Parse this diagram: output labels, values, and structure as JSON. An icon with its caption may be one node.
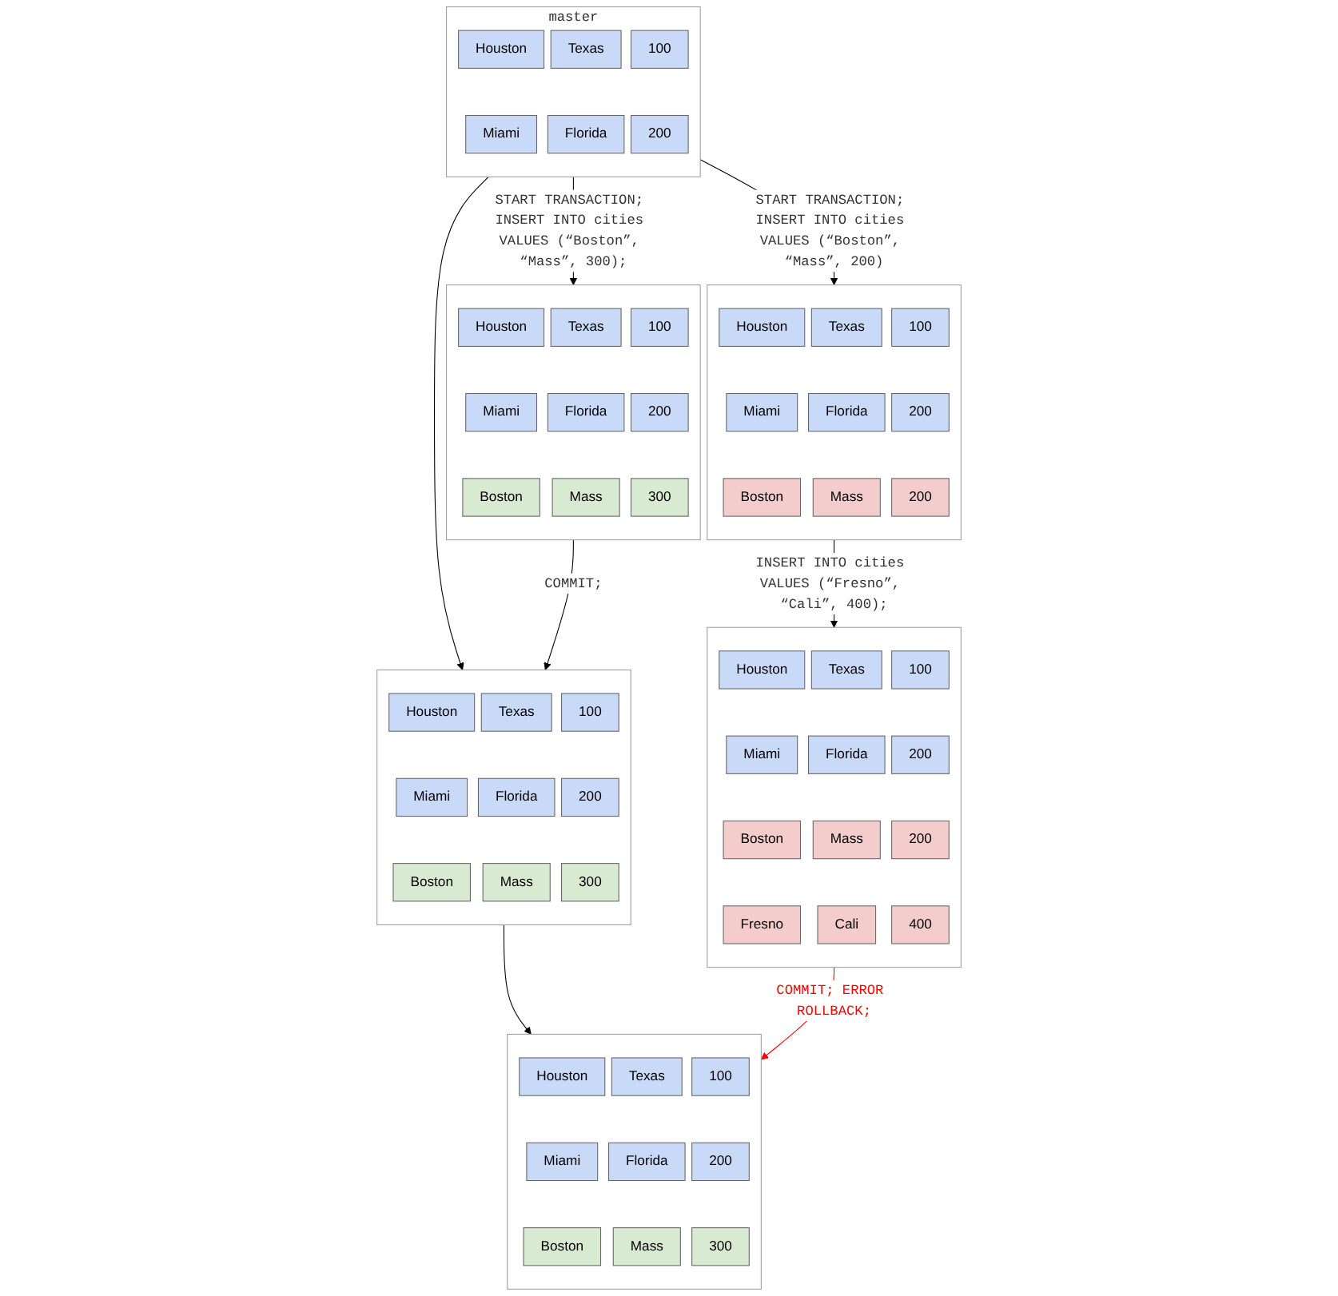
{
  "diagram": {
    "nodes": [
      {
        "text": [
          "master"
        ]
      },
      {
        "text": [
          "Houston"
        ],
        "in": 0
      },
      {
        "text": [
          "Texas"
        ],
        "in": 0
      },
      {
        "text": [
          "100"
        ],
        "in": 0
      },
      {
        "text": [
          "Miami"
        ],
        "in": 0
      },
      {
        "text": [
          "Florida"
        ],
        "in": 0
      },
      {
        "text": [
          "200"
        ],
        "in": 0
      },
      {
        "text": [],
        "shape": "box"
      },
      {
        "text": [
          "Houston"
        ],
        "in": 7
      },
      {
        "text": [
          "Texas"
        ],
        "in": 7
      },
      {
        "text": [
          "100"
        ],
        "in": 7
      },
      {
        "text": [
          "Miami"
        ],
        "in": 7
      },
      {
        "text": [
          "Florida"
        ],
        "in": 7
      },
      {
        "text": [
          "200"
        ],
        "in": 7
      },
      {
        "text": [
          "Boston"
        ],
        "in": 7
      },
      {
        "text": [
          "Mass"
        ],
        "in": 7
      },
      {
        "text": [
          "300"
        ],
        "in": 7
      },
      {
        "text": [],
        "shape": "box"
      },
      {
        "text": [
          "Houston"
        ],
        "in": 17
      },
      {
        "text": [
          "Texas"
        ],
        "in": 17
      },
      {
        "text": [
          "100"
        ],
        "in": 17
      },
      {
        "text": [
          "Miami"
        ],
        "in": 17
      },
      {
        "text": [
          "Florida"
        ],
        "in": 17
      },
      {
        "text": [
          "200"
        ],
        "in": 17
      },
      {
        "text": [
          "Boston"
        ],
        "in": 17
      },
      {
        "text": [
          "Mass"
        ],
        "in": 17
      },
      {
        "text": [
          "200"
        ],
        "in": 17
      },
      {
        "text": [],
        "shape": "box"
      },
      {
        "text": [
          "Houston"
        ],
        "in": 27
      },
      {
        "text": [
          "Texas"
        ],
        "in": 27
      },
      {
        "text": [
          "100"
        ],
        "in": 27
      },
      {
        "text": [
          "Miami"
        ],
        "in": 27
      },
      {
        "text": [
          "Florida"
        ],
        "in": 27
      },
      {
        "text": [
          "200"
        ],
        "in": 27
      },
      {
        "text": [
          "Boston"
        ],
        "in": 27
      },
      {
        "text": [
          "Mass"
        ],
        "in": 27
      },
      {
        "text": [
          "300"
        ],
        "in": 27
      },
      {
        "text": [],
        "shape": "box"
      },
      {
        "text": [
          "Houston"
        ],
        "in": 37
      },
      {
        "text": [
          "Texas"
        ],
        "in": 37
      },
      {
        "text": [
          "100"
        ],
        "in": 37
      },
      {
        "text": [
          "Miami"
        ],
        "in": 37
      },
      {
        "text": [
          "Florida"
        ],
        "in": 37
      },
      {
        "text": [
          "200"
        ],
        "in": 37
      },
      {
        "text": [
          "Boston"
        ],
        "in": 37
      },
      {
        "text": [
          "Mass"
        ],
        "in": 37
      },
      {
        "text": [
          "200"
        ],
        "in": 37
      },
      {
        "text": [
          "Fresno"
        ],
        "in": 37
      },
      {
        "text": [
          "Cali"
        ],
        "in": 37
      },
      {
        "text": [
          "400"
        ],
        "in": 37
      },
      {
        "text": [],
        "shape": "box"
      },
      {
        "text": [
          "Houston"
        ],
        "in": 50
      },
      {
        "text": [
          "Texas"
        ],
        "in": 50
      },
      {
        "text": [
          "100"
        ],
        "in": 50
      },
      {
        "text": [
          "Miami"
        ],
        "in": 50
      },
      {
        "text": [
          "Florida"
        ],
        "in": 50
      },
      {
        "text": [
          "200"
        ],
        "in": 50
      },
      {
        "text": [
          "Boston"
        ],
        "in": 50
      },
      {
        "text": [
          "Mass"
        ],
        "in": 50
      },
      {
        "text": [
          "300"
        ],
        "in": 50
      }
    ],
    "edges": [
      {
        "from": 0,
        "to": 7,
        "arrow": "to",
        "label": "START TRANSACTION; INSERT INTO cities VALUES (“Boston”, “Mass”, 300);"
      },
      {
        "from": 0,
        "to": 27,
        "arrow": "to"
      },
      {
        "from": 0,
        "to": 17,
        "arrow": "to",
        "label": "START TRANSACTION; INSERT INTO cities VALUES (“Boston”, “Mass”, 200)"
      },
      {
        "from": 7,
        "to": 27,
        "arrow": "to",
        "label": "COMMIT;"
      },
      {
        "from": 17,
        "to": 37,
        "arrow": "to",
        "label": "INSERT INTO cities VALUES (“Fresno”, “Cali”, 400);"
      },
      {
        "from": 27,
        "to": 50,
        "arrow": "to"
      },
      {
        "from": 37,
        "to": 50,
        "arrow": "to",
        "label": "COMMIT; ERROR ROLLBACK;",
        "color": "#ff0000"
      }
    ]
  }
}
